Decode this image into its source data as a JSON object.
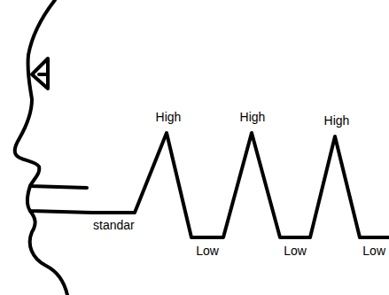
{
  "diagram": {
    "labels": [
      "standar",
      "High",
      "High",
      "High",
      "Low",
      "Low",
      "Low"
    ]
  }
}
